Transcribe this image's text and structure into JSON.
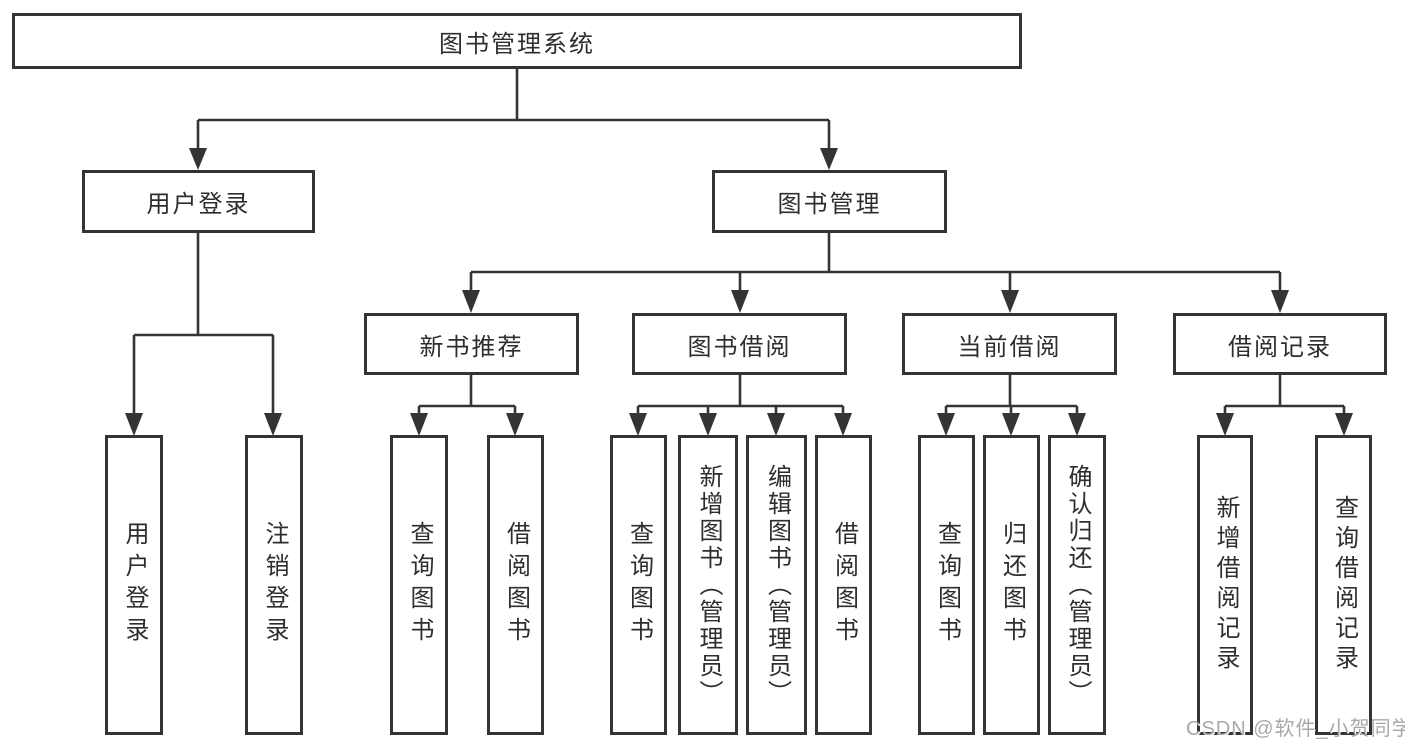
{
  "tree": {
    "root": {
      "label": "图书管理系统"
    },
    "branches": [
      {
        "label": "用户登录",
        "children": [
          {
            "label": "用户登录"
          },
          {
            "label": "注销登录"
          }
        ]
      },
      {
        "label": "图书管理",
        "children": [
          {
            "label": "新书推荐",
            "children": [
              {
                "label": "查询图书"
              },
              {
                "label": "借阅图书"
              }
            ]
          },
          {
            "label": "图书借阅",
            "children": [
              {
                "label": "查询图书"
              },
              {
                "label": "新增图书（管理员）"
              },
              {
                "label": "编辑图书（管理员）"
              },
              {
                "label": "借阅图书"
              }
            ]
          },
          {
            "label": "当前借阅",
            "children": [
              {
                "label": "查询图书"
              },
              {
                "label": "归还图书"
              },
              {
                "label": "确认归还（管理员）"
              }
            ]
          },
          {
            "label": "借阅记录",
            "children": [
              {
                "label": "新增借阅记录"
              },
              {
                "label": "查询借阅记录"
              }
            ]
          }
        ]
      }
    ]
  },
  "watermark": "CSDN @软件_小贺同学",
  "colors": {
    "line": "#343434",
    "text": "#2e2e2e",
    "background": "#ffffff",
    "watermark": "#a8a8a8"
  }
}
